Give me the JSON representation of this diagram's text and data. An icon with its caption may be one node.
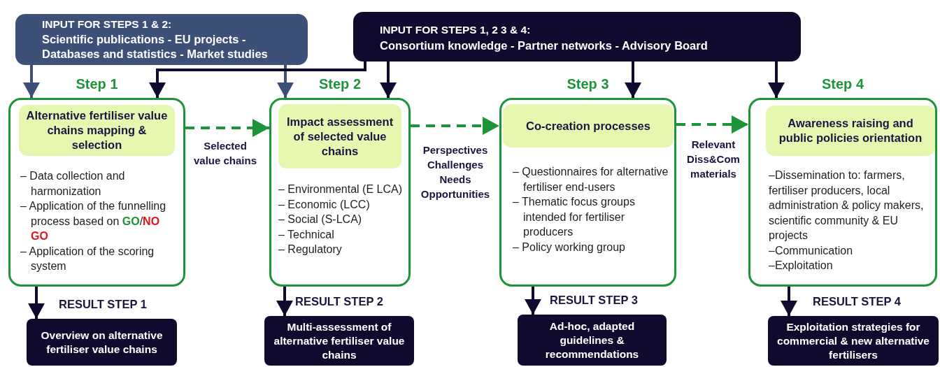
{
  "diagram": {
    "nodes": [
      {
        "text": [
          "INPUT FOR STEPS 1 & 2:",
          "Scientific publications - EU projects - Databases and statistics - Market studies"
        ]
      },
      {
        "text": [
          "INPUT FOR STEPS 1, 2 3 & 4:",
          "Consortium knowledge - Partner networks - Advisory Board"
        ]
      },
      {
        "text": [
          "Step 1",
          "– Data collection and harmonization",
          "– Application of the funnelling process based on **GO**/**NO GO**",
          "– Application of the scoring system"
        ]
      },
      {
        "text": [
          "Alternative fertiliser value chains mapping & selection"
        ],
        "in": 2
      },
      {
        "text": [
          "Step 2",
          "– Environmental (E LCA)",
          "– Economic (LCC)",
          "– Social (S-LCA)",
          "– Technical",
          "– Regulatory"
        ]
      },
      {
        "text": [
          "Impact assessment of selected value chains"
        ],
        "in": 4
      },
      {
        "text": [
          "Step 3",
          "– Questionnaires for alternative fertiliser end-users",
          "– Thematic focus groups intended for fertiliser producers",
          "– Policy working group"
        ]
      },
      {
        "text": [
          "Co-creation processes"
        ],
        "in": 6
      },
      {
        "text": [
          "Step 4",
          "–Dissemination to: farmers, fertiliser producers, local administration & policy makers, scientific community & EU projects",
          "–Communication",
          "–Exploitation"
        ]
      },
      {
        "text": [
          "Awareness raising and public policies orientation"
        ],
        "in": 8
      },
      {
        "text": [
          "RESULT STEP 1",
          "Overview on alternative fertiliser value chains"
        ]
      },
      {
        "text": [
          "RESULT STEP 2",
          "Multi-assessment of alternative fertiliser value chains"
        ]
      },
      {
        "text": [
          "RESULT STEP 3",
          "Ad-hoc, adapted guidelines & recommendations"
        ]
      },
      {
        "text": [
          "RESULT STEP 4",
          "Exploitation strategies for commercial & new alternative fertilisers"
        ]
      }
    ],
    "edges": [
      {
        "from": 0,
        "to": 2,
        "arrow": "to",
        "color": "#3d5077"
      },
      {
        "from": 0,
        "to": 4,
        "arrow": "to",
        "color": "#3d5077"
      },
      {
        "from": 1,
        "to": 2,
        "arrow": "to"
      },
      {
        "from": 1,
        "to": 4,
        "arrow": "to"
      },
      {
        "from": 1,
        "to": 6,
        "arrow": "to"
      },
      {
        "from": 1,
        "to": 8,
        "arrow": "to"
      },
      {
        "from": 2,
        "to": 4,
        "arrow": "to",
        "label": "Selected value chains",
        "style": "dashed",
        "color": "#1e9438"
      },
      {
        "from": 4,
        "to": 6,
        "arrow": "to",
        "label": "Perspectives Challenges Needs Opportunities",
        "style": "dashed",
        "color": "#1e9438"
      },
      {
        "from": 6,
        "to": 8,
        "arrow": "to",
        "label": "Relevant Diss&Com materials",
        "style": "dashed",
        "color": "#1e9438"
      },
      {
        "from": 2,
        "to": 10,
        "arrow": "to"
      },
      {
        "from": 4,
        "to": 11,
        "arrow": "to"
      },
      {
        "from": 6,
        "to": 12,
        "arrow": "to"
      },
      {
        "from": 8,
        "to": 13,
        "arrow": "to"
      }
    ]
  }
}
